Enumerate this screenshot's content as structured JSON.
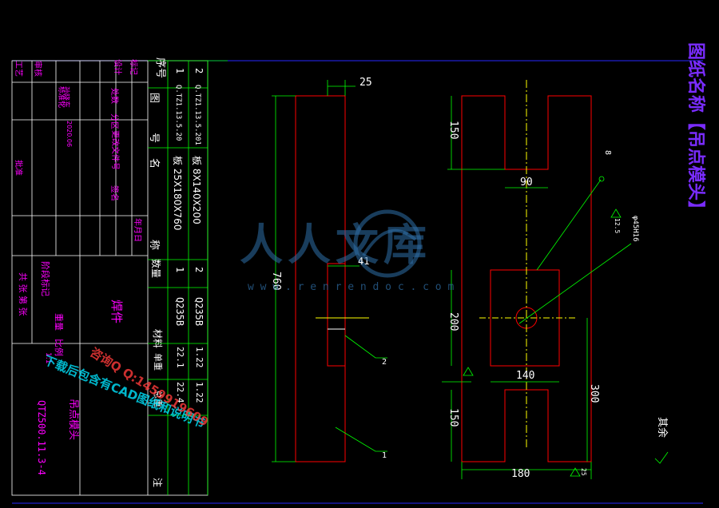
{
  "drawing_title": "图纸名称【吊点模头】",
  "title_block": {
    "rows": [
      {
        "no": "2",
        "drawing": "Q.TZ1.13.5.201",
        "name": "板 8X140X200",
        "qty": "2",
        "material": "Q235B",
        "unit_weight": "1.22",
        "total_weight": "1.22"
      },
      {
        "no": "1",
        "drawing": "Q.TZ1.13.5.20",
        "name": "板 25X180X760",
        "qty": "1",
        "material": "Q235B",
        "unit_weight": "22.1",
        "total_weight": "22.4"
      }
    ],
    "headers": {
      "no": "序号",
      "drawing": "图",
      "drawing2": "号",
      "name": "名",
      "name2": "称",
      "qty": "数量",
      "material": "材料",
      "weight": "单重",
      "total": "总重",
      "note": "注"
    },
    "sign_labels": [
      "标记",
      "处数",
      "分区",
      "更改文件号",
      "签名",
      "年月日",
      "设计",
      "标准化",
      "审核",
      "工艺",
      "批准"
    ],
    "sign_values": [
      "孙晓东",
      "2020.06"
    ],
    "stage_labels": [
      "阶段标记",
      "重量",
      "比例"
    ],
    "scale": "1:1",
    "part_name": "焊件",
    "assembly_name": "吊点模头",
    "drawing_no": "QTZ500.11.3-4",
    "company": "共 张 第 张"
  },
  "dimensions": {
    "d25": "25",
    "d760": "760",
    "d41": "41",
    "d150a": "150",
    "d90": "90",
    "d200": "200",
    "d140": "140",
    "d150b": "150",
    "d300": "300",
    "d180": "180",
    "weld": "8",
    "hole": "φ45",
    "hole_fit": "H16",
    "rough": "12.5",
    "rough2": "25",
    "rest": "其余",
    "part1": "1",
    "part2": "2"
  },
  "watermark": {
    "brand": "人人文库",
    "url": "w w w . r e n r e n d o c . c o m",
    "overlay1": "下载后包含有CAD图纸和说明书",
    "overlay2": "咨询Q Q:1459919609"
  }
}
